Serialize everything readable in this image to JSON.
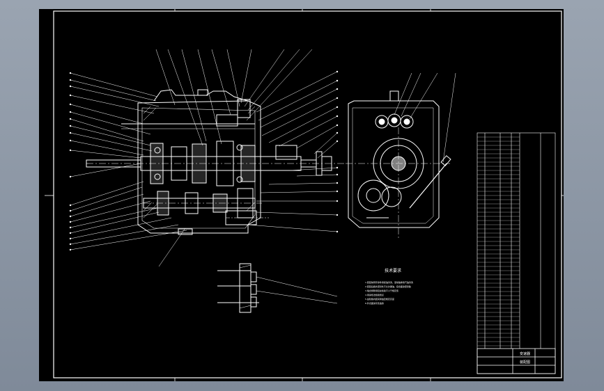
{
  "drawing": {
    "notes_title": "技术要求",
    "notes_lines": [
      "1.装配前所有零件用煤油清洗，滚动轴承用汽油清洗",
      "2.装配后各处密封处不允许漏油，接合面涂密封胶",
      "3.啮合侧隙用铅丝检验不小于规定值",
      "4.用涂色法检验斑点",
      "5.齿轮箱内装润滑油至规定高度",
      "6.外表面涂灰色油漆"
    ],
    "title_block": {
      "name_cell": "变速器",
      "sheet_label": "装配图"
    },
    "colors": {
      "background": "#000000",
      "lines": "#ffffff",
      "frame": "#ffffff",
      "viewport": "#8e99a8"
    }
  }
}
